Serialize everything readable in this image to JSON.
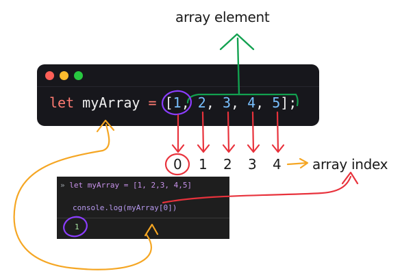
{
  "labels": {
    "array_element": "array element",
    "array_index": "array index"
  },
  "code": {
    "keyword": "let",
    "identifier": "myArray",
    "operator": "=",
    "open": "[",
    "values": [
      "1",
      "2",
      "3",
      "4",
      "5"
    ],
    "close": "];"
  },
  "indices": [
    "0",
    "1",
    "2",
    "3",
    "4"
  ],
  "console": {
    "prompt": "»",
    "input": "let myArray = [1, 2,3, 4,5]",
    "log": "console.log(myArray[0])",
    "output": "1"
  },
  "colors": {
    "green_arrow": "#12a150",
    "red_arrow": "#e8323c",
    "orange_arrow": "#f5a623",
    "purple_circle": "#8b3dff"
  }
}
